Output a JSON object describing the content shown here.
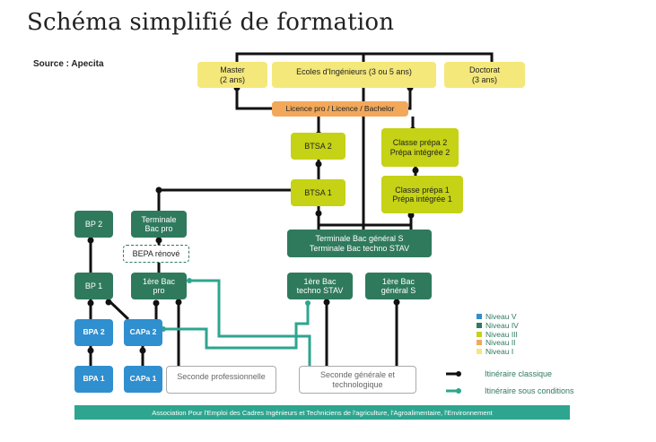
{
  "title": "Schéma simplifié de formation",
  "source": "Source : Apecita",
  "boxes": {
    "master": "Master\n(2 ans)",
    "ecoles": "Ecoles d'Ingénieurs (3 ou 5 ans)",
    "doctorat": "Doctorat\n(3 ans)",
    "licence": "Licence pro / Licence / Bachelor",
    "btsa2": "BTSA  2",
    "prepa2": "Classe prépa 2\nPrépa intégrée 2",
    "btsa1": "BTSA 1",
    "prepa1": "Classe prépa 1\nPrépa intégrée 1",
    "bp2": "BP 2",
    "term_bacpro": "Terminale\nBac pro",
    "bepa": "BEPA rénové",
    "term_bacgen": "Terminale Bac général S\nTerminale Bac techno STAV",
    "bp1": "BP 1",
    "premiere_bacpro": "1ère  Bac\npro",
    "premiere_stav": "1ère Bac\ntechno STAV",
    "premiere_gen": "1ère Bac\ngénéral S",
    "bpa2": "BPA 2",
    "capa2": "CAPa 2",
    "bpa1": "BPA 1",
    "capa1": "CAPa 1",
    "seconde_pro": "Seconde professionnelle",
    "seconde_gen": "Seconde générale et\ntechnologique"
  },
  "legend": {
    "levels": [
      {
        "label": "Niveau V",
        "color": "#2f8fcf"
      },
      {
        "label": "Niveau IV",
        "color": "#2f7a5d"
      },
      {
        "label": "Niveau III",
        "color": "#c5d215"
      },
      {
        "label": "Niveau II",
        "color": "#f2a85a"
      },
      {
        "label": "Niveau I",
        "color": "#f5e87a"
      }
    ],
    "classic": "Itinéraire classique",
    "conditional": "Itinéraire sous conditions"
  },
  "footer": "Association Pour l'Emploi des Cadres Ingénieurs et Techniciens de l'agriculture, l'Agroalimentaire, l'Environnement",
  "colors": {
    "classic_line": "#111111",
    "conditional_line": "#2ea58f"
  }
}
